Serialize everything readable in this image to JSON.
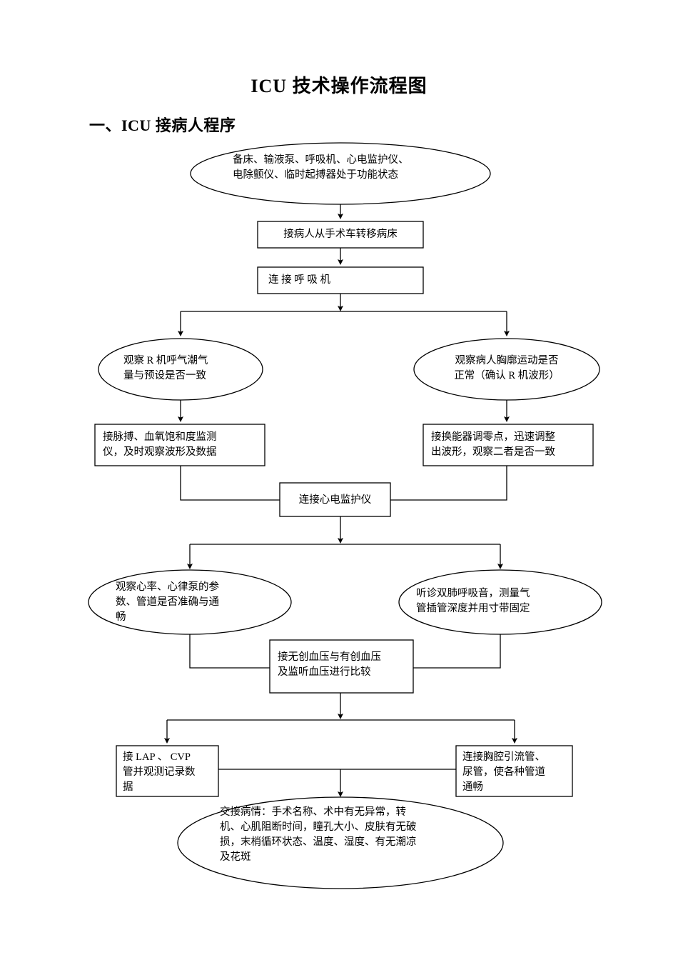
{
  "document": {
    "title": "ICU 技术操作流程图",
    "section_heading": "一、ICU 接病人程序"
  },
  "flowchart": {
    "type": "flowchart",
    "orientation": "top-to-bottom",
    "nodes": [
      {
        "id": "n1",
        "shape": "ellipse",
        "text": "备床、输液泵、呼吸机、心电监护仪、\n电除颤仪、临时起搏器处于功能状态"
      },
      {
        "id": "n2",
        "shape": "rect",
        "text": "接病人从手术车转移病床"
      },
      {
        "id": "n3",
        "shape": "rect",
        "text": "连 接 呼 吸 机"
      },
      {
        "id": "n4",
        "shape": "ellipse",
        "text": "观察 R 机呼气潮气\n量与预设是否一致"
      },
      {
        "id": "n5",
        "shape": "ellipse",
        "text": "观察病人胸廓运动是否\n正常（确认 R 机波形）"
      },
      {
        "id": "n6",
        "shape": "rect",
        "text": "接脉搏、血氧饱和度监测\n仪，及时观察波形及数据"
      },
      {
        "id": "n7",
        "shape": "rect",
        "text": "接换能器调零点，迅速调整\n出波形，观察二者是否一致"
      },
      {
        "id": "n8",
        "shape": "rect",
        "text": "连接心电监护仪"
      },
      {
        "id": "n9",
        "shape": "ellipse",
        "text": "观察心率、心律泵的参\n数、管道是否准确与通\n畅"
      },
      {
        "id": "n10",
        "shape": "ellipse",
        "text": "听诊双肺呼吸音，测量气\n管插管深度并用寸带固定"
      },
      {
        "id": "n11",
        "shape": "rect",
        "text": "接无创血压与有创血压\n及监听血压进行比较"
      },
      {
        "id": "n12",
        "shape": "rect",
        "text": "接 LAP 、 CVP\n管并观测记录数\n据"
      },
      {
        "id": "n13",
        "shape": "rect",
        "text": "连接胸腔引流管、\n尿管，使各种管道\n通畅"
      },
      {
        "id": "n14",
        "shape": "ellipse",
        "text": "交接病情：手术名称、术中有无异常，转\n机、心肌阻断时间，瞳孔大小、皮肤有无破\n损，末梢循环状态、温度、湿度、有无潮凉\n及花斑"
      }
    ],
    "edges": [
      {
        "from": "n1",
        "to": "n2",
        "style": "arrow-down"
      },
      {
        "from": "n2",
        "to": "n3",
        "style": "arrow-down"
      },
      {
        "from": "n3",
        "to": "n4",
        "style": "split-left"
      },
      {
        "from": "n3",
        "to": "n5",
        "style": "split-right"
      },
      {
        "from": "n4",
        "to": "n6",
        "style": "arrow-down"
      },
      {
        "from": "n5",
        "to": "n7",
        "style": "arrow-down"
      },
      {
        "from": "n6",
        "to": "n8",
        "style": "elbow-right"
      },
      {
        "from": "n7",
        "to": "n8",
        "style": "elbow-left"
      },
      {
        "from": "n8",
        "to": "n9",
        "style": "split-left"
      },
      {
        "from": "n8",
        "to": "n10",
        "style": "split-right"
      },
      {
        "from": "n9",
        "to": "n11",
        "style": "elbow-right"
      },
      {
        "from": "n10",
        "to": "n11",
        "style": "elbow-left"
      },
      {
        "from": "n11",
        "to": "n12",
        "style": "split-left"
      },
      {
        "from": "n11",
        "to": "n13",
        "style": "split-right"
      },
      {
        "from": "n12",
        "to": "n14",
        "style": "merge-down"
      },
      {
        "from": "n13",
        "to": "n14",
        "style": "merge-down"
      }
    ],
    "colors": {
      "stroke": "#000000",
      "fill": "#ffffff",
      "text": "#000000"
    }
  }
}
